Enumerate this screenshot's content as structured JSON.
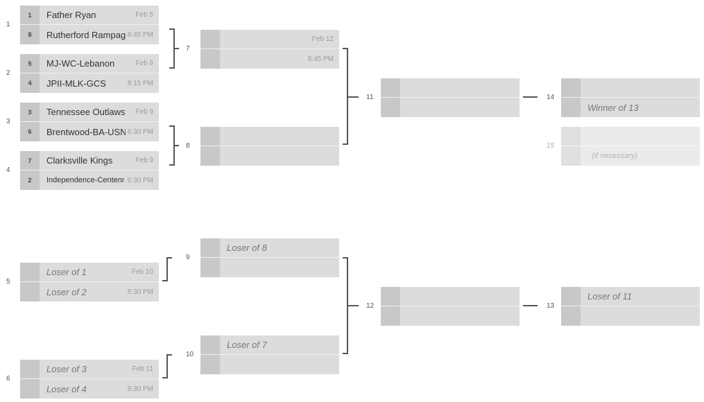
{
  "matches": [
    {
      "id": "1",
      "num": "1",
      "rows": [
        {
          "seed": "1",
          "team": "Father Ryan",
          "meta": "Feb 5"
        },
        {
          "seed": "8",
          "team": "Rutherford Rampage",
          "meta": "8:45 PM"
        }
      ]
    },
    {
      "id": "2",
      "num": "2",
      "rows": [
        {
          "seed": "5",
          "team": "MJ-WC-Lebanon",
          "meta": "Feb 9"
        },
        {
          "seed": "4",
          "team": "JPII-MLK-GCS",
          "meta": "8:15 PM"
        }
      ]
    },
    {
      "id": "3",
      "num": "3",
      "rows": [
        {
          "seed": "3",
          "team": "Tennessee Outlaws",
          "meta": "Feb 9"
        },
        {
          "seed": "6",
          "team": "Brentwood-BA-USN",
          "meta": "6:30 PM"
        }
      ]
    },
    {
      "id": "4",
      "num": "4",
      "rows": [
        {
          "seed": "7",
          "team": "Clarksville Kings",
          "meta": "Feb 9"
        },
        {
          "seed": "2",
          "team": "Independence-Centennial",
          "meta": "6:30 PM"
        }
      ]
    },
    {
      "id": "5",
      "num": "5",
      "rows": [
        {
          "seed": "",
          "team": "Loser of 1",
          "meta": "Feb 10"
        },
        {
          "seed": "",
          "team": "Loser of 2",
          "meta": "8:30 PM"
        }
      ]
    },
    {
      "id": "6",
      "num": "6",
      "rows": [
        {
          "seed": "",
          "team": "Loser of 3",
          "meta": "Feb 11"
        },
        {
          "seed": "",
          "team": "Loser of 4",
          "meta": "8:30 PM"
        }
      ]
    },
    {
      "id": "7",
      "num": "7",
      "rows": [
        {
          "seed": "",
          "team": "",
          "meta": "Feb 12"
        },
        {
          "seed": "",
          "team": "",
          "meta": "8:45 PM"
        }
      ]
    },
    {
      "id": "8",
      "num": "8",
      "rows": [
        {
          "seed": "",
          "team": "",
          "meta": ""
        },
        {
          "seed": "",
          "team": "",
          "meta": ""
        }
      ]
    },
    {
      "id": "9",
      "num": "9",
      "rows": [
        {
          "seed": "",
          "team": "Loser of 8",
          "meta": ""
        },
        {
          "seed": "",
          "team": "",
          "meta": ""
        }
      ]
    },
    {
      "id": "10",
      "num": "10",
      "rows": [
        {
          "seed": "",
          "team": "Loser of 7",
          "meta": ""
        },
        {
          "seed": "",
          "team": "",
          "meta": ""
        }
      ]
    },
    {
      "id": "11",
      "num": "11",
      "rows": [
        {
          "seed": "",
          "team": "",
          "meta": ""
        },
        {
          "seed": "",
          "team": "",
          "meta": ""
        }
      ]
    },
    {
      "id": "12",
      "num": "12",
      "rows": [
        {
          "seed": "",
          "team": "",
          "meta": ""
        },
        {
          "seed": "",
          "team": "",
          "meta": ""
        }
      ]
    },
    {
      "id": "14",
      "num": "14",
      "rows": [
        {
          "seed": "",
          "team": "",
          "meta": ""
        },
        {
          "seed": "",
          "team": "Winner of 13",
          "meta": ""
        }
      ]
    },
    {
      "id": "15",
      "num": "15",
      "rows": [
        {
          "seed": "",
          "team": "",
          "meta": ""
        },
        {
          "seed": "",
          "team": "(if necessary)",
          "meta": ""
        }
      ]
    },
    {
      "id": "13",
      "num": "13",
      "rows": [
        {
          "seed": "",
          "team": "Loser of 11",
          "meta": ""
        },
        {
          "seed": "",
          "team": "",
          "meta": ""
        }
      ]
    }
  ]
}
